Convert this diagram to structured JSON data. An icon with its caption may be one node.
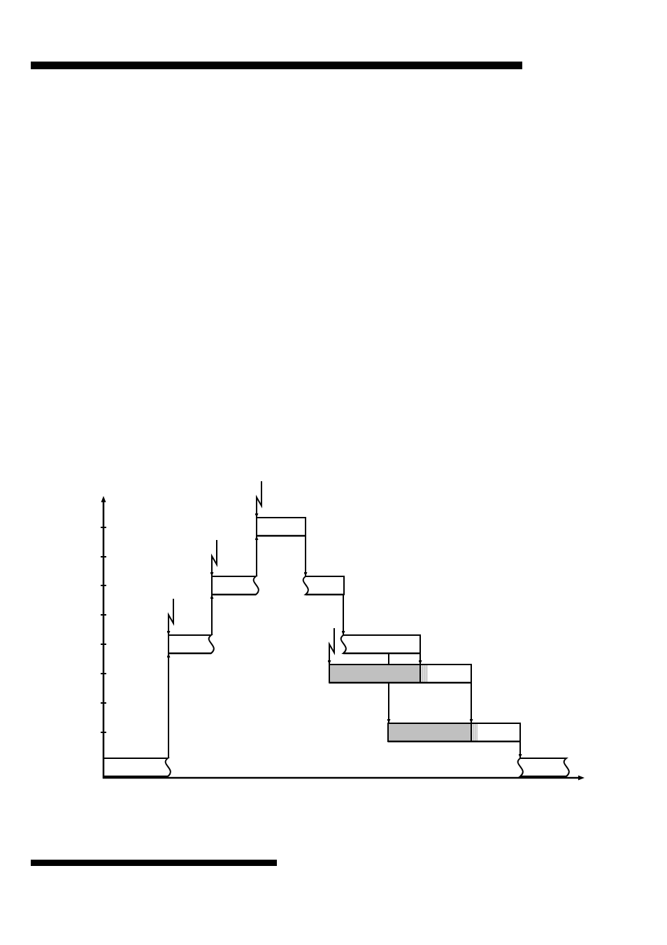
{
  "diagram": {
    "nodes": [
      {
        "text": [],
        "shape": "box"
      },
      {
        "text": [],
        "shape": "box"
      },
      {
        "text": [],
        "shape": "box"
      },
      {
        "text": [],
        "shape": "box"
      },
      {
        "text": [],
        "shape": "box"
      },
      {
        "text": [],
        "shape": "box"
      },
      {
        "text": [],
        "shape": "box"
      },
      {
        "text": [],
        "shape": "box"
      },
      {
        "text": [],
        "shape": "box"
      },
      {
        "text": [],
        "shape": "box"
      },
      {
        "text": [],
        "shape": "box"
      }
    ],
    "edges": [
      {
        "from": 0,
        "to": 1,
        "arrow": "to"
      },
      {
        "from": null,
        "to": 1,
        "arrow": "to"
      },
      {
        "from": 1,
        "to": 2,
        "arrow": "to"
      },
      {
        "from": null,
        "to": 2,
        "arrow": "to"
      },
      {
        "from": 2,
        "to": 3,
        "arrow": "to"
      },
      {
        "from": null,
        "to": 3,
        "arrow": "to"
      },
      {
        "from": 3,
        "to": 4,
        "arrow": "to"
      },
      {
        "from": 4,
        "to": 5,
        "arrow": "to"
      },
      {
        "from": null,
        "to": 6,
        "arrow": "to"
      },
      {
        "from": 5,
        "to": 6,
        "arrow": "none"
      },
      {
        "from": 6,
        "to": 8,
        "arrow": "to"
      },
      {
        "from": 5,
        "to": 7,
        "arrow": "to"
      },
      {
        "from": 7,
        "to": 9,
        "arrow": "to"
      },
      {
        "from": 9,
        "to": 10,
        "arrow": "to"
      }
    ]
  }
}
